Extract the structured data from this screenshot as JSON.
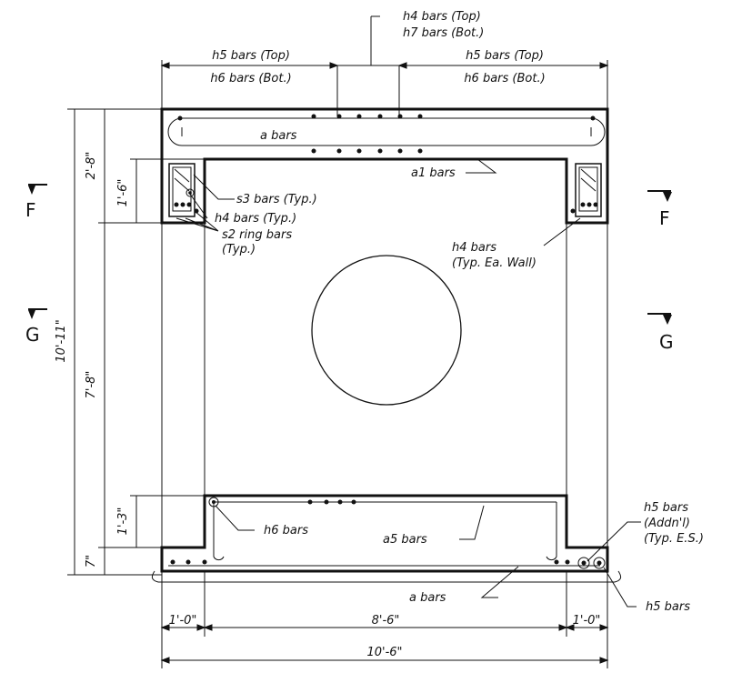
{
  "dimensions": {
    "top_left_span": "",
    "height_top": "2'-8\"",
    "height_1_6": "1'-6\"",
    "height_total": "10'-11\"",
    "height_mid": "7'-8\"",
    "height_1_3": "1'-3\"",
    "height_7": "7\"",
    "bottom_left": "1'-0\"",
    "bottom_mid": "8'-6\"",
    "bottom_right": "1'-0\"",
    "bottom_total": "10'-6\""
  },
  "sections": {
    "f_left": "F",
    "f_right": "F",
    "g_left": "G",
    "g_right": "G"
  },
  "labels": {
    "h4_top": "h4 bars (Top)",
    "h7_bot": "h7 bars (Bot.)",
    "h5_top_left": "h5 bars (Top)",
    "h6_bot_left": "h6 bars (Bot.)",
    "h5_top_right": "h5 bars (Top)",
    "h6_bot_right": "h6 bars (Bot.)",
    "a_bars_top": "a bars",
    "a1_bars": "a1 bars",
    "s3_bars": "s3 bars (Typ.)",
    "h4_typ": "h4 bars (Typ.)",
    "s2_ring": "s2 ring bars",
    "s2_typ": "(Typ.)",
    "h4_wall": "h4 bars",
    "h4_wall_typ": "(Typ. Ea. Wall)",
    "h6_bars": "h6 bars",
    "a5_bars": "a5 bars",
    "h5_addnl": "h5 bars",
    "addnl": "(Addn'l)",
    "typ_es": "(Typ. E.S.)",
    "a_bars_bottom": "a bars",
    "h5_bars_bottom": "h5 bars"
  }
}
